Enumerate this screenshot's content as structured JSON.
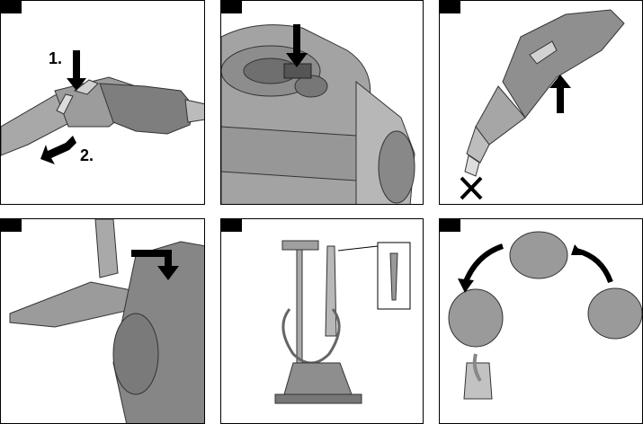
{
  "panels": [
    {
      "id": "p1",
      "annotations": {
        "step1": "1.",
        "step2": "2."
      }
    },
    {
      "id": "p2"
    },
    {
      "id": "p3"
    },
    {
      "id": "p4"
    },
    {
      "id": "p5"
    },
    {
      "id": "p6"
    }
  ],
  "colors": {
    "tab": "#000000",
    "body": "#9a9a9a",
    "dark": "#6a6a6a",
    "light": "#c8c8c8",
    "arrow": "#000000"
  }
}
